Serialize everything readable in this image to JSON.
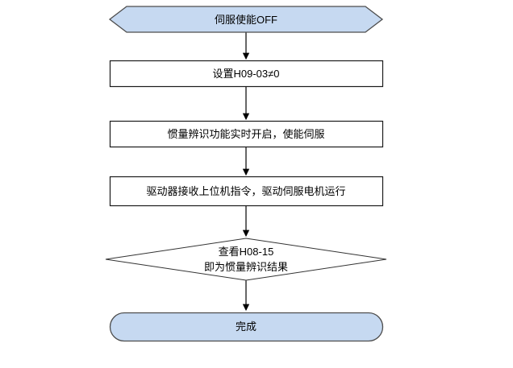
{
  "colors": {
    "background": "#ffffff",
    "terminal_fill": "#c6d9f1",
    "terminal_border": "#4d4d4d",
    "process_fill": "#ffffff",
    "process_border": "#1a1a1a",
    "decision_fill": "#ffffff",
    "decision_border": "#333333",
    "arrow": "#000000",
    "text": "#000000"
  },
  "flowchart": {
    "nodes": [
      {
        "id": "start",
        "shape": "hexagon",
        "label": "伺服使能OFF"
      },
      {
        "id": "step1",
        "shape": "rect",
        "label": "设置H09-03≠0"
      },
      {
        "id": "step2",
        "shape": "rect",
        "label": "惯量辨识功能实时开启，使能伺服"
      },
      {
        "id": "step3",
        "shape": "rect",
        "label": "驱动器接收上位机指令，驱动伺服电机运行"
      },
      {
        "id": "check",
        "shape": "diamond",
        "lines": [
          "查看H08-15",
          "即为惯量辨识结果"
        ]
      },
      {
        "id": "end",
        "shape": "stadium",
        "label": "完成"
      }
    ]
  }
}
